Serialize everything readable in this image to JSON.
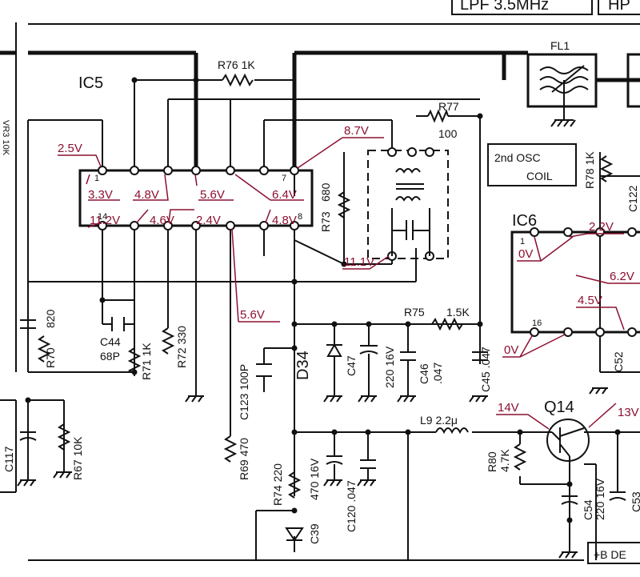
{
  "header": {
    "lpf": "LPF 3.5MHz",
    "hp": "HP"
  },
  "ics": {
    "left": "IC5",
    "right": "IC6"
  },
  "filters": {
    "fl1": "FL1"
  },
  "osc": {
    "line1": "2nd OSC",
    "line2": "COIL"
  },
  "outputs": {
    "bdec": "+B DE"
  },
  "pins": {
    "p1": "1",
    "p7": "7",
    "p14": "14",
    "p8": "8",
    "r1": "1",
    "r16": "16"
  },
  "voltages": {
    "v25": "2.5V",
    "v33": "3.3V",
    "v48a": "4.8V",
    "v56a": "5.6V",
    "v64": "6.4V",
    "v87": "8.7V",
    "v112": "11.2V",
    "v46": "4.6V",
    "v24": "2.4V",
    "v48b": "4.8V",
    "v111": "11.1V",
    "v56b": "5.6V",
    "v14": "14V",
    "v13": "13V",
    "v22": "2.2V",
    "v0a": "0V",
    "v62": "6.2V",
    "v45": "4.5V",
    "v0b": "0V"
  },
  "components": {
    "r76": "R76 1K",
    "r77": "R77",
    "r77v": "100",
    "r73": "R73",
    "r73v": "680",
    "r75": "R75",
    "r75v": "1.5K",
    "r70": "R70",
    "r70v": "820",
    "c44": "C44",
    "c44v": "68P",
    "r71": "R71 1K",
    "r72": "R72 330",
    "c123": "C123 100P",
    "d34": "D34",
    "c47": "C47",
    "c47v": "220 16V",
    "c46": "C46",
    "c46v": ".047",
    "c45": "C45 .047",
    "r69": "R69 470",
    "r74": "R74 220",
    "c39": "C39",
    "c39v": "470 16V",
    "c120": "C120 .047",
    "l9": "L9 2.2μ",
    "q14": "Q14",
    "r80": "R80",
    "r80v": "4.7K",
    "c54": "C54",
    "c54v": "220 16V",
    "c53": "C53",
    "c117": "C117",
    "r67": "R67 10K",
    "r78": "R78 1K",
    "c122": "C122",
    "c52": "C52",
    "vr3": "VR3 10K"
  }
}
